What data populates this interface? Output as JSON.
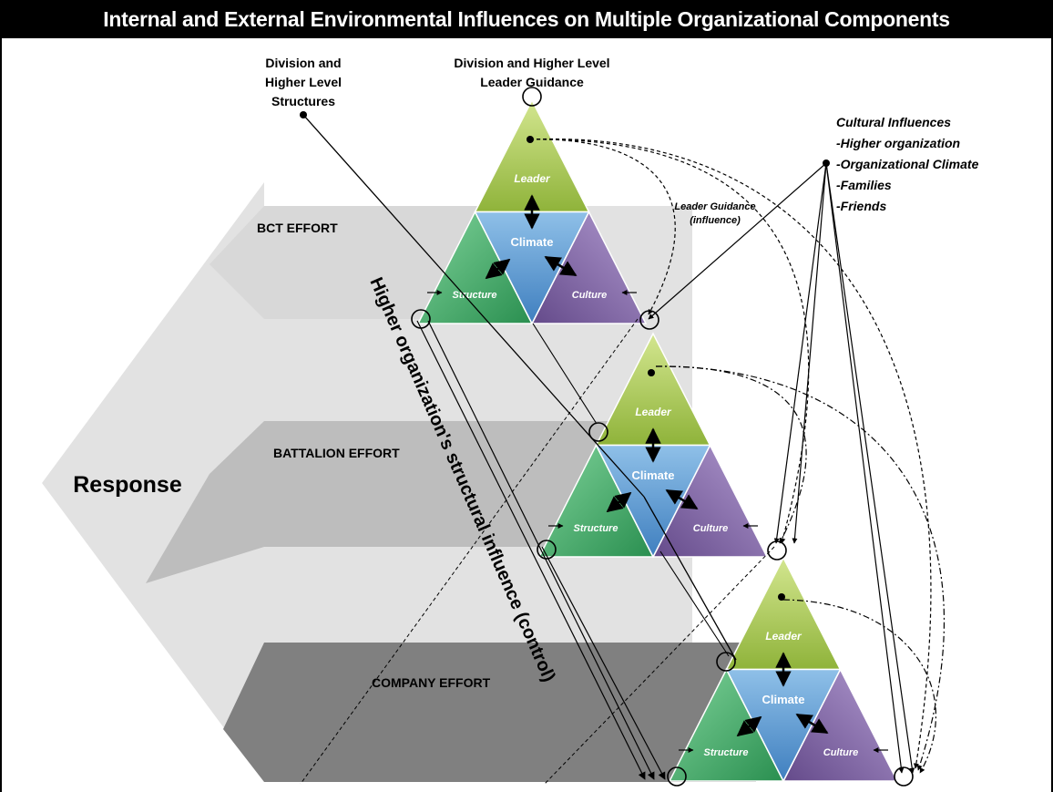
{
  "title": "Internal and External Environmental Influences on Multiple Organizational Components",
  "labels": {
    "division_structures": [
      "Division and",
      "Higher Level",
      "Structures"
    ],
    "division_guidance": [
      "Division and Higher Level",
      "Leader Guidance"
    ],
    "cultural_influences": [
      "Cultural Influences",
      "-Higher organization",
      "-Organizational Climate",
      "-Families",
      "-Friends"
    ],
    "leader_guidance_influence": [
      "Leader Guidance",
      "(influence)"
    ],
    "structural_influence": "Higher organization's structural influence (control)",
    "response": "Response"
  },
  "levels": [
    {
      "effort": "BCT EFFORT",
      "leader": "Leader",
      "climate": "Climate",
      "structure": "Structure",
      "culture": "Culture"
    },
    {
      "effort": "BATTALION EFFORT",
      "leader": "Leader",
      "climate": "Climate",
      "structure": "Structure",
      "culture": "Culture"
    },
    {
      "effort": "COMPANY EFFORT",
      "leader": "Leader",
      "climate": "Climate",
      "structure": "Structure",
      "culture": "Culture"
    }
  ],
  "colors": {
    "leader": "#a6c649",
    "climate": "#5b9bd5",
    "structure": "#3fae6a",
    "culture": "#8064a2",
    "band_bct": "#d9d9d9",
    "band_battalion": "#bfbfbf",
    "band_company": "#7f7f7f"
  }
}
